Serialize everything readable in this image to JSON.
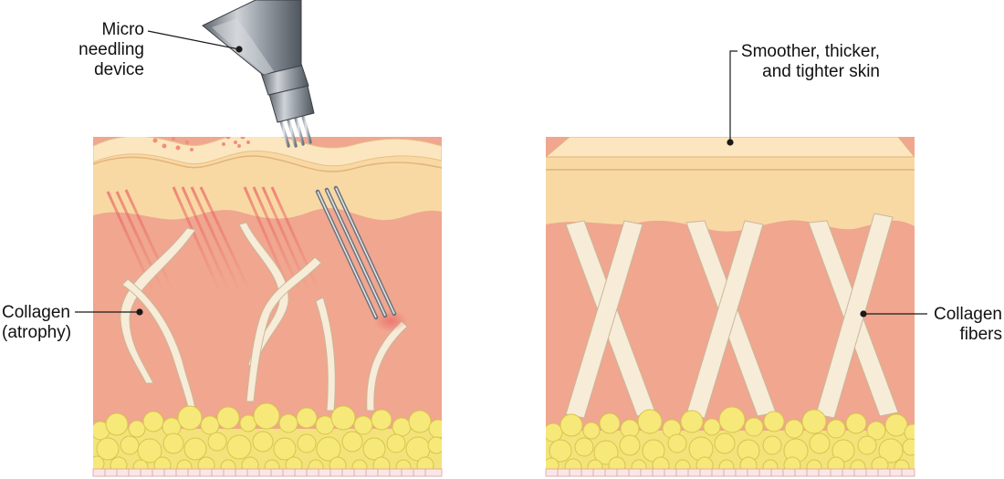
{
  "labels": {
    "device": {
      "line1": "Micro",
      "line2": "needling",
      "line3": "device"
    },
    "atrophy": {
      "line1": "Collagen",
      "line2": "(atrophy)"
    },
    "smoother": {
      "line1": "Smoother, thicker,",
      "line2": "and tighter skin"
    },
    "fibers": {
      "line1": "Collagen",
      "line2": "fibers"
    }
  },
  "colors": {
    "epidermis": "#f8d9a4",
    "epidermis_top": "#fbe6c0",
    "dermis": "#f0a68f",
    "collagen": "#f7ecd8",
    "fat": "#f6e97a",
    "fat_outline": "#d8c44c",
    "needle": "#9aa0a8",
    "device_body": "#8d949c",
    "redness": "#e8535a",
    "outline": "#1a1a1a"
  },
  "icons": {
    "device": "microneedle-pen-icon"
  }
}
